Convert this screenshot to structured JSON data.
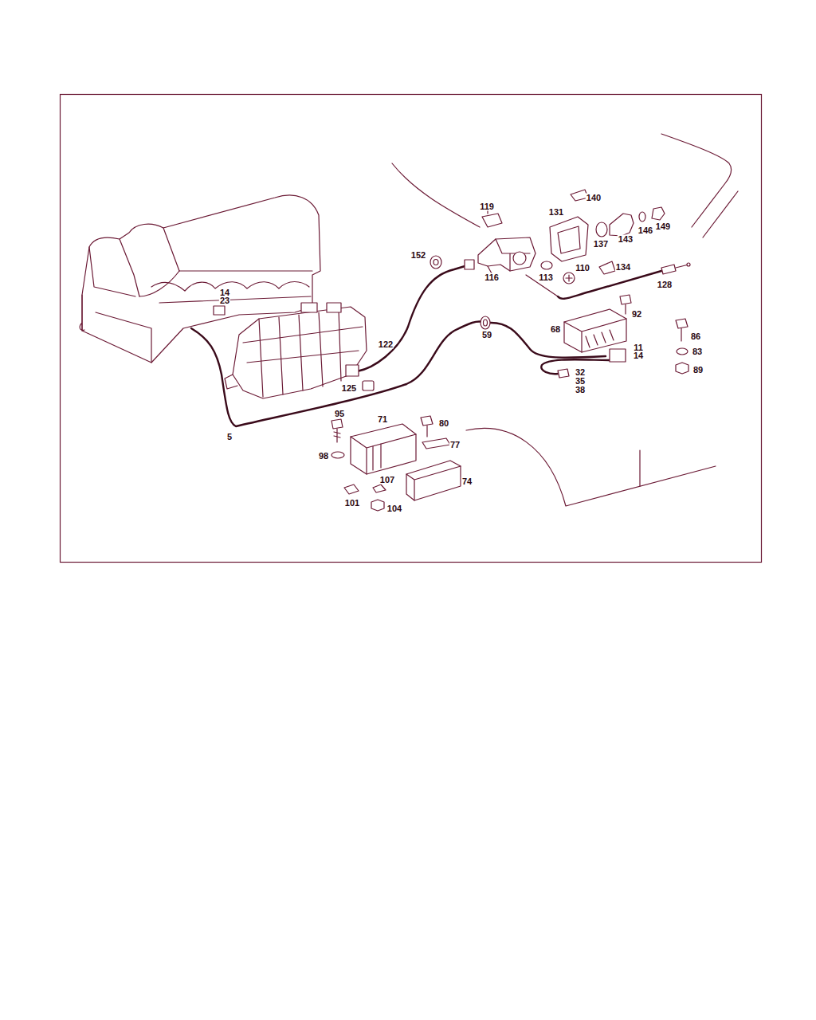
{
  "diagram": {
    "labels": [
      "14",
      "23",
      "119",
      "140",
      "131",
      "152",
      "116",
      "113",
      "110",
      "137",
      "143",
      "146",
      "149",
      "134",
      "128",
      "92",
      "68",
      "86",
      "83",
      "89",
      "122",
      "59",
      "11",
      "14",
      "32",
      "35",
      "38",
      "125",
      "5",
      "95",
      "71",
      "80",
      "77",
      "98",
      "107",
      "74",
      "101",
      "104"
    ]
  }
}
